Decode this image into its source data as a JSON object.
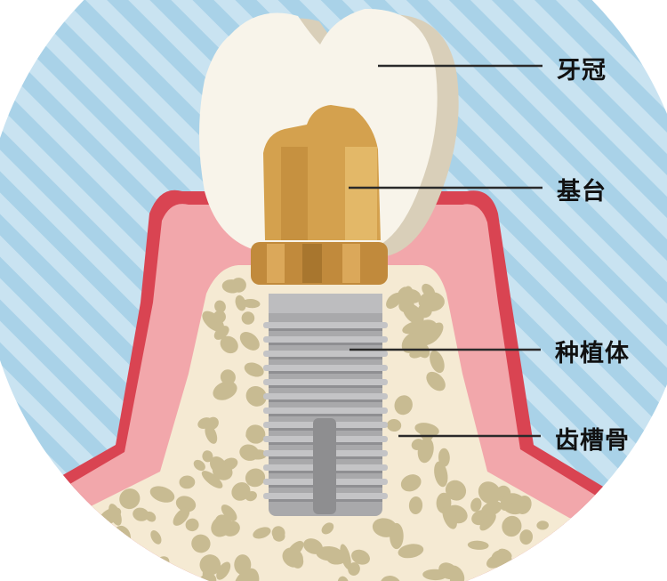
{
  "labels": {
    "crown": "牙冠",
    "abutment": "基台",
    "implant": "种植体",
    "alveolar_bone": "齿槽骨"
  },
  "colors": {
    "background_circle": "#a9d2e8",
    "stripe": "#c9e3f1",
    "gum_outer": "#d94452",
    "gum": "#f2a7ab",
    "bone": "#f5ead3",
    "bone_cell": "#c8bb92",
    "crown": "#f8f4ea",
    "crown_shadow": "#d9cfb9",
    "abutment": "#d4a14e",
    "collar": "#c18a3c",
    "implant": "#a9a9ab",
    "leader_line": "#2a2a2a"
  }
}
